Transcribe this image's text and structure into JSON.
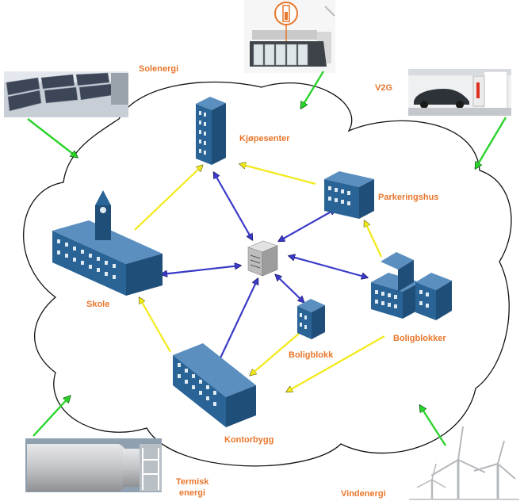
{
  "diagram": {
    "sources": {
      "solar": "Solenergi",
      "v2g": "V2G",
      "thermal_line1": "Termisk",
      "thermal_line2": "energi",
      "wind": "Vindenergi"
    },
    "buildings": {
      "mall": "Kjøpesenter",
      "parking": "Parkeringshus",
      "school": "Skole",
      "residential_blocks": "Boligblokker",
      "residential_block": "Boligblokk",
      "office": "Kontorbygg"
    },
    "colors": {
      "label": "#e8762b",
      "building": "#2a6496",
      "green_arrow": "#2bd42b",
      "yellow_arrow": "#f2ea1a",
      "blue_arrow": "#3b3bc8"
    },
    "icons": [
      "server-icon",
      "building-icon",
      "battery-icon",
      "car-icon",
      "wind-turbine-icon",
      "solar-panel-icon",
      "storage-tank-icon"
    ]
  }
}
